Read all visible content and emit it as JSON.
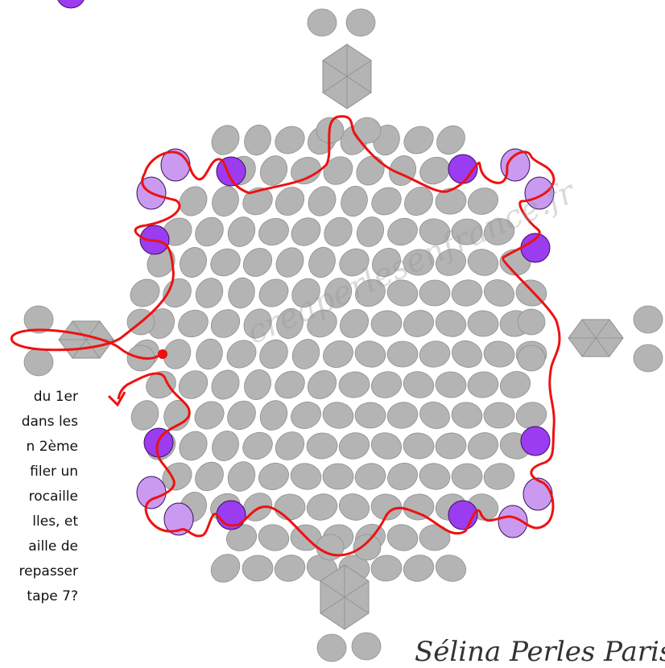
{
  "instructions": {
    "lines": [
      "du 1er",
      "dans les",
      "n 2ème",
      "filer un",
      "rocaille",
      "lles, et",
      "aille de",
      "repasser",
      "tape 7?"
    ]
  },
  "watermark": "creaperlesenfrance.fr",
  "signature": "Sélina Perles Paris",
  "colors": {
    "bead_gray": "#b4b4b4",
    "bead_stroke": "#8f8f8f",
    "bead_dark_purple": "#9b3cf0",
    "bead_light_purple": "#c99af0",
    "thread_red": "#ee1111"
  },
  "icons": {
    "thread_start": "red-dot",
    "thread_end": "arrowhead"
  }
}
